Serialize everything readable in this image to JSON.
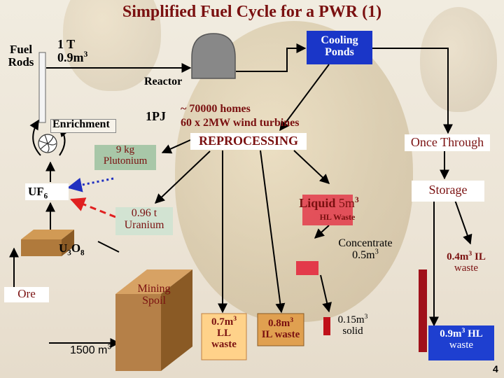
{
  "title": "Simplified Fuel Cycle for a PWR (1)",
  "fuel_rods": "Fuel\nRods",
  "one_t": "1 T",
  "volume_09": "0.9m",
  "sup_3": "3",
  "cooling_ponds": "Cooling\nPonds",
  "reactor": "Reactor",
  "enrichment": "Enrichment",
  "one_pj": "1PJ",
  "homes": "~ 70000 homes",
  "wind": "60 x 2MW wind turbines",
  "reprocessing": "REPROCESSING",
  "once_through": "Once Through",
  "plutonium": "9 kg\nPlutonium",
  "uf": "UF",
  "uf_sub": "6",
  "storage": "Storage",
  "liquid": "Liquid",
  "liquid_vol": " 5m",
  "hl_waste": "HL Waste",
  "uranium": "0.96 t\nUranium",
  "u": "U",
  "u_sub1": "3",
  "o": "O",
  "u_sub2": "8",
  "concentrate": "Concentrate",
  "conc_vol": "0.5m",
  "il_waste_vol": "0.4m",
  "il_waste_unit": " IL",
  "il_waste_label": "waste",
  "ore": "Ore",
  "mining_spoil": "Mining\nSpoil",
  "ll_vol": "0.7m",
  "ll_label": "LL\nwaste",
  "il_vol": "0.8m",
  "il_label": "IL waste",
  "solid_vol": "0.15m",
  "solid_label": "solid",
  "hl_vol": "0.9m",
  "hl_unit": " HL",
  "hl_label": "waste",
  "ore_vol": "1500 m",
  "page_number": "4",
  "colors": {
    "background": "#efe8da",
    "title_maroon": "#7a1010",
    "box_blue": "#1e3fd0",
    "pond_blue": "#1a36c8",
    "plutonium_green": "#a8c7a8",
    "uranium_green": "#d2e3d2",
    "liquid_red": "#e33a4a",
    "concentrate_red": "#e33a4a",
    "cube_tan": "#b07a3c",
    "dashed_red": "#e02020",
    "dotted_blue": "#2030c0"
  }
}
